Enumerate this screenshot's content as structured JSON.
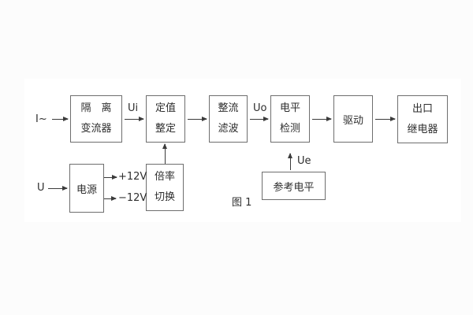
{
  "figure": {
    "caption": "图 1",
    "colors": {
      "page_background": "#fcfcfc",
      "diagram_background": "#ffffff",
      "line_stroke": "#3b3b3b",
      "box_border": "#6e6e6e",
      "text": "#2e2e2e"
    },
    "blocks": {
      "isolation": {
        "line1": "隔　离",
        "line2": "变流器"
      },
      "setting": {
        "line1": "定值",
        "line2": "整定"
      },
      "rectify_filter": {
        "line1": "整流",
        "line2": "滤波"
      },
      "level_detect": {
        "line1": "电平",
        "line2": "检测"
      },
      "drive": {
        "label": "驱动"
      },
      "output_relay": {
        "line1": "出口",
        "line2": "继电器"
      },
      "power": {
        "label": "电源"
      },
      "ratio_switch": {
        "line1": "倍率",
        "line2": "切换"
      },
      "reference_level": {
        "label": "参考电平"
      }
    },
    "signals": {
      "input_current": "I~",
      "input_voltage": "U",
      "ui": "Ui",
      "uo": "Uo",
      "ue": "Ue",
      "plus_rail": "+12V",
      "minus_rail": "−12V"
    }
  }
}
